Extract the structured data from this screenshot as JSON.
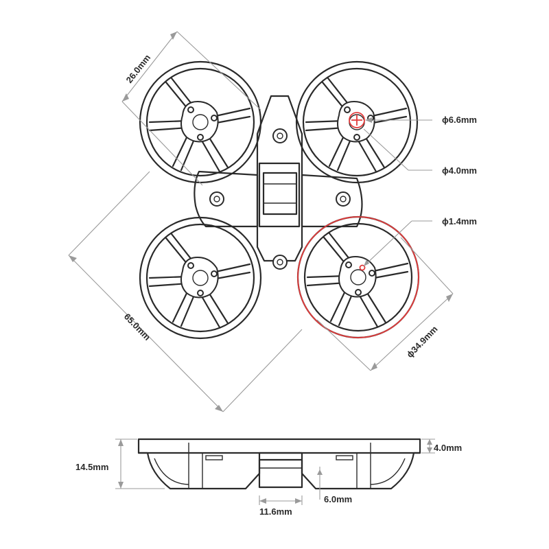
{
  "top_view": {
    "dim_hole_diameter_large": "ϕ6.6mm",
    "dim_hole_diameter_medium": "ϕ4.0mm",
    "dim_hole_diameter_small": "ϕ1.4mm",
    "dim_duct_outer_diameter": "ϕ34.9mm",
    "dim_duct_ring_width": "26.0mm",
    "dim_diagonal_wheelbase": "65.0mm"
  },
  "side_view": {
    "dim_total_height": "14.5mm",
    "dim_top_offset": "4.0mm",
    "dim_bottom_offset": "6.0mm",
    "dim_center_width": "11.6mm"
  },
  "colors": {
    "line": "#2a2a2a",
    "dimension": "#9a9a9a",
    "highlight": "#e23b3b"
  }
}
